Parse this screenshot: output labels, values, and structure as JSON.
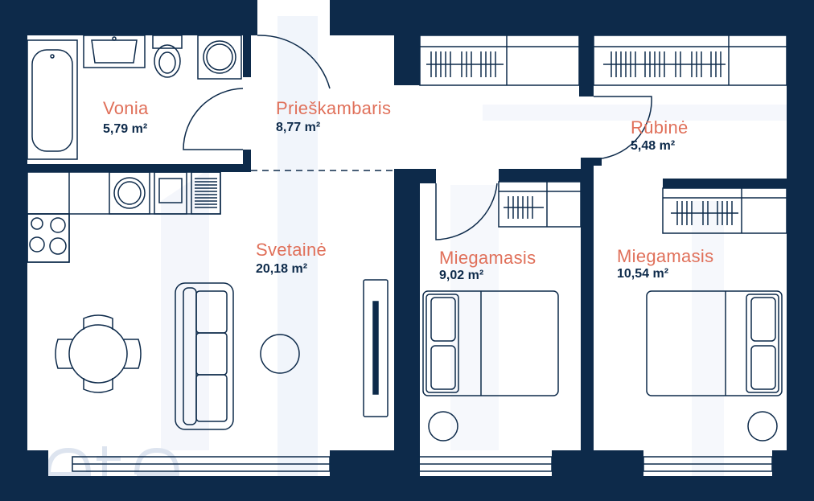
{
  "colors": {
    "wall": "#0d2a4a",
    "accent": "#e0705a",
    "fixture": "#0d2a4a",
    "watermark": "#e6ecf7",
    "background": "#ffffff"
  },
  "rooms": {
    "vonia": {
      "name": "Vonia",
      "area": "5,79",
      "unit": "m²"
    },
    "prieskambaris": {
      "name": "Prieškambaris",
      "area": "8,77",
      "unit": "m²"
    },
    "rubine": {
      "name": "Rūbinė",
      "area": "5,48",
      "unit": "m²"
    },
    "svetaine": {
      "name": "Svetainė",
      "area": "20,18",
      "unit": "m²"
    },
    "miegamasis1": {
      "name": "Miegamasis",
      "area": "9,02",
      "unit": "m²"
    },
    "miegamasis2": {
      "name": "Miegamasis",
      "area": "10,54",
      "unit": "m²"
    }
  },
  "icons": [
    "bathtub-icon",
    "sink-icon",
    "toilet-icon",
    "washing-machine-icon",
    "stove-icon",
    "oven-icon",
    "kitchen-sink-icon",
    "dining-table-icon",
    "sofa-icon",
    "coffee-table-icon",
    "wardrobe-icon",
    "bed-icon",
    "nightstand-icon"
  ]
}
